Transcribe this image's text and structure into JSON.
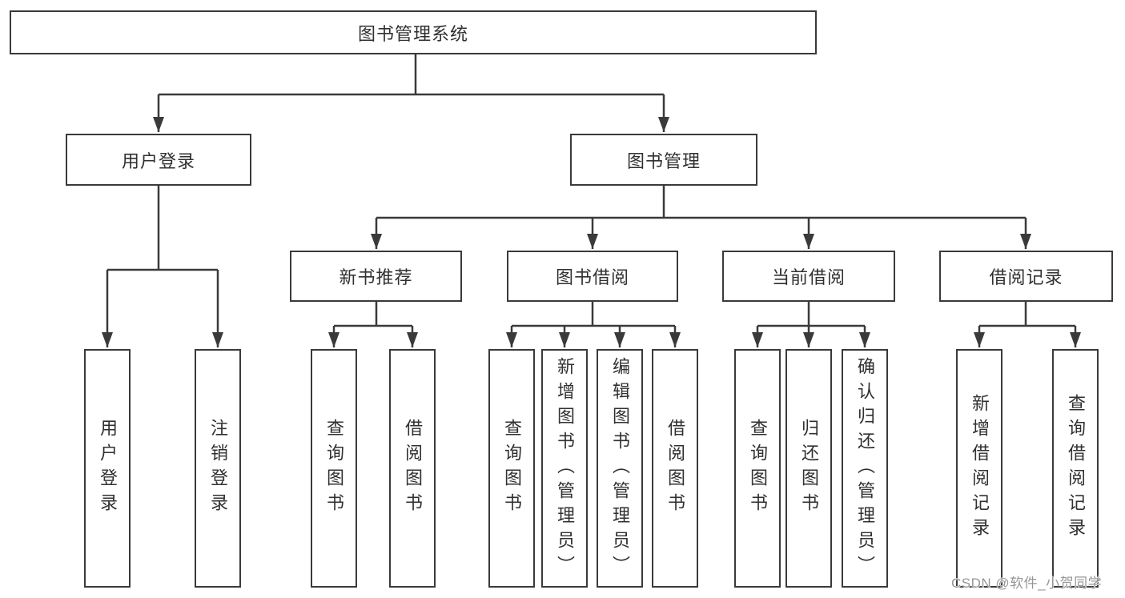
{
  "colors": {
    "line": "#3a3a3a",
    "box_border": "#3a3a3a",
    "text": "#303030",
    "background": "#ffffff",
    "watermark": "#969696"
  },
  "watermark": {
    "text": "CSDN @软件_小贺同学"
  },
  "tree": {
    "root": "图书管理系统",
    "branches": [
      {
        "label": "用户登录",
        "leaves": [
          "用户登录",
          "注销登录"
        ]
      },
      {
        "label": "图书管理",
        "groups": [
          {
            "label": "新书推荐",
            "leaves": [
              "查询图书",
              "借阅图书"
            ]
          },
          {
            "label": "图书借阅",
            "leaves": [
              "查询图书",
              "新增图书（管理员）",
              "编辑图书（管理员）",
              "借阅图书"
            ]
          },
          {
            "label": "当前借阅",
            "leaves": [
              "查询图书",
              "归还图书",
              "确认归还（管理员）"
            ]
          },
          {
            "label": "借阅记录",
            "leaves": [
              "新增借阅记录",
              "查询借阅记录"
            ]
          }
        ]
      }
    ]
  }
}
